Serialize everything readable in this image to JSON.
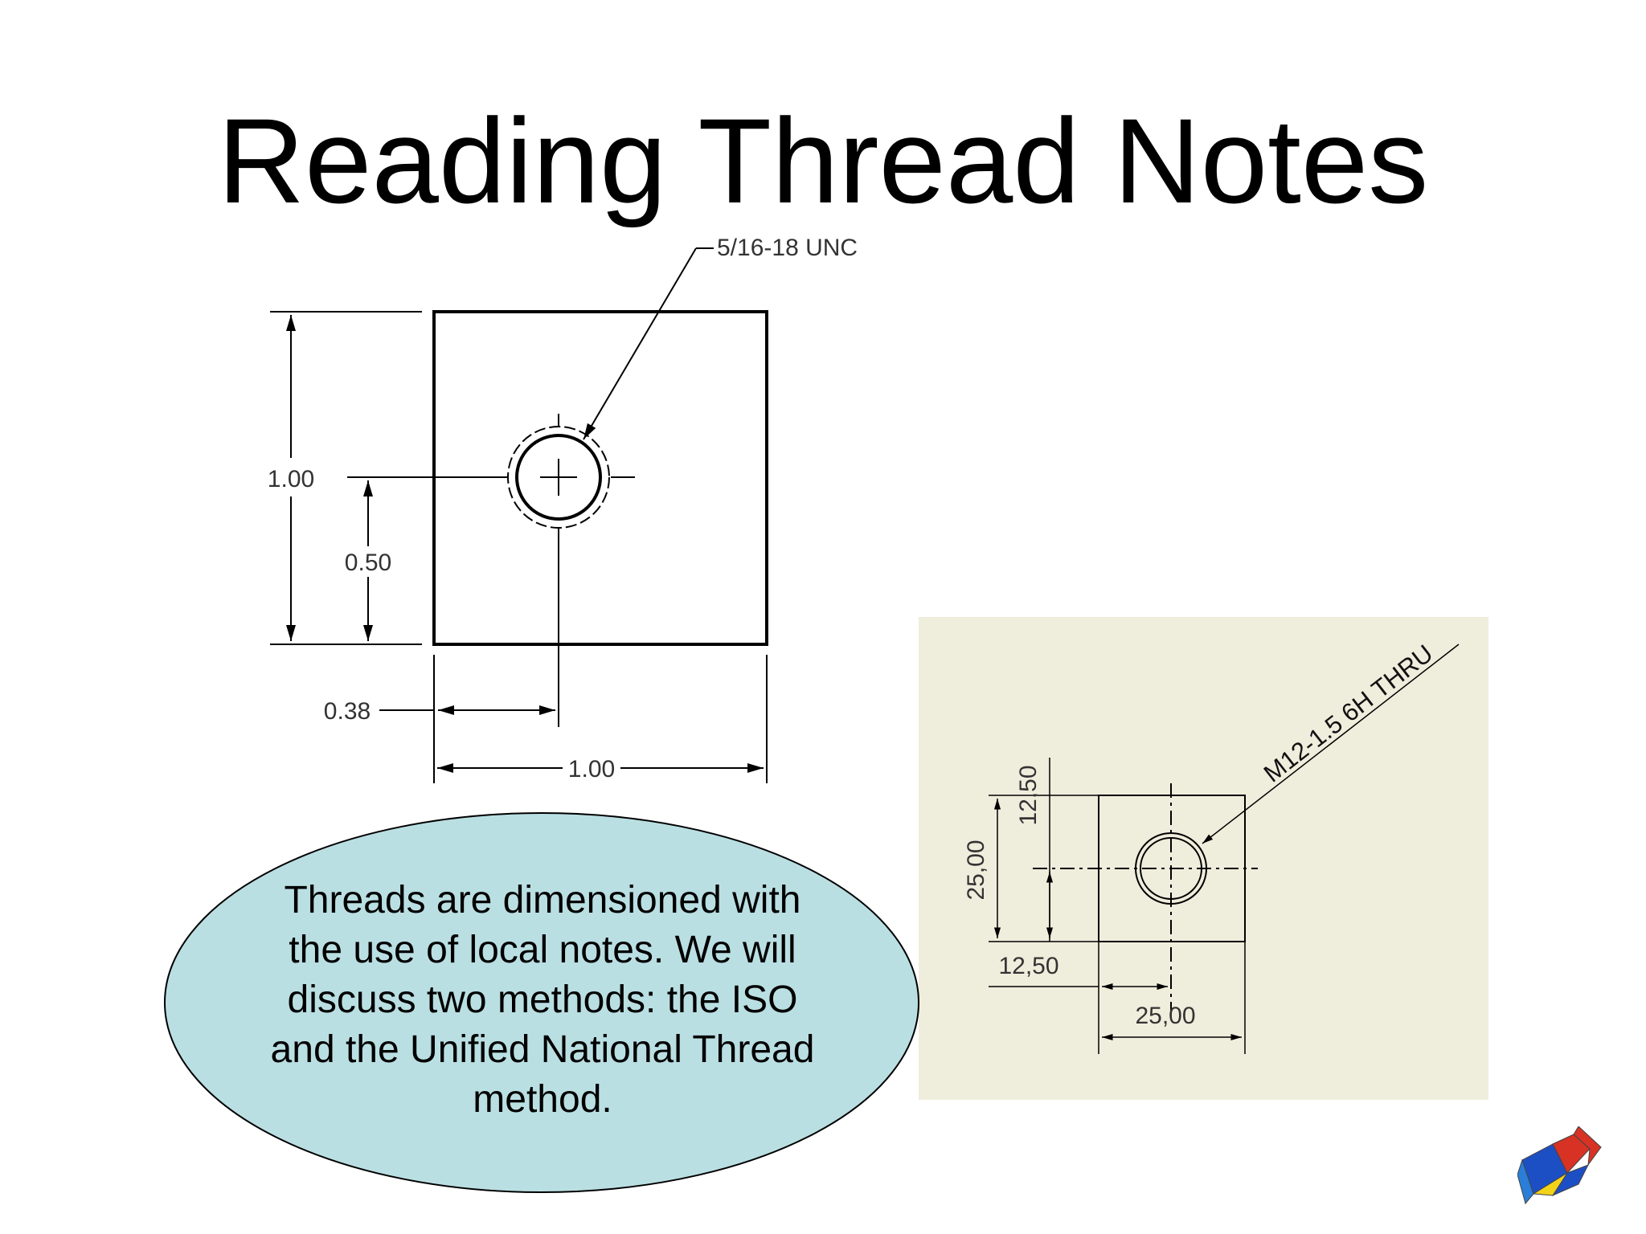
{
  "slide": {
    "title": "Reading Thread Notes"
  },
  "unc_drawing": {
    "thread_note": "5/16-18 UNC",
    "dim_height": "1.00",
    "dim_hole_y": "0.50",
    "dim_hole_x": "0.38",
    "dim_width": "1.00"
  },
  "iso_drawing": {
    "thread_note": "M12-1.5 6H THRU",
    "dim_height": "25,00",
    "dim_hole_y": "12,50",
    "dim_hole_x": "12,50",
    "dim_width": "25,00",
    "panel_color": "#efeddc"
  },
  "callout": {
    "text": "Threads are dimensioned with\nthe use of local notes.  We will\ndiscuss two methods: the ISO\nand the Unified National Thread\nmethod.",
    "fill_color": "#badfe3"
  },
  "logo": {
    "icon": "arrow-logo-icon"
  }
}
